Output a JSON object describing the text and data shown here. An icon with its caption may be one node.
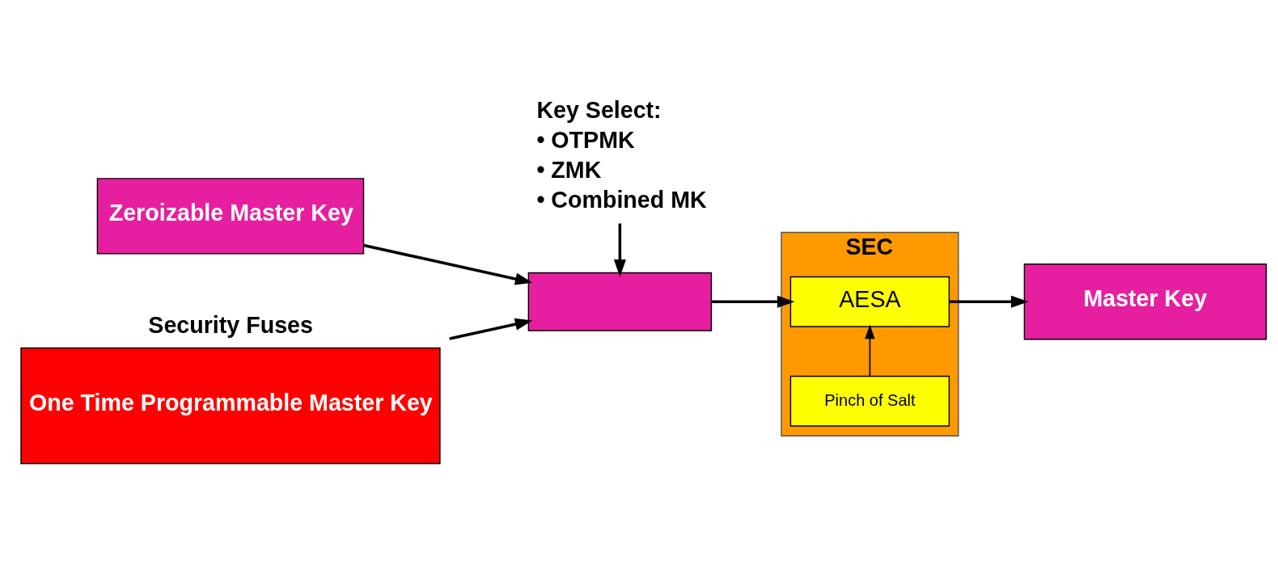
{
  "diagram": {
    "nodes": [
      {
        "text": [
          "Zeroizable Master Key"
        ]
      },
      {
        "text": [
          "One Time Programmable Master Key"
        ],
        "beside": [
          "Security Fuses"
        ]
      },
      {
        "text": [],
        "shape": "trapezoid"
      },
      {
        "text": [
          "SEC"
        ]
      },
      {
        "text": [
          "AESA"
        ],
        "in": 3
      },
      {
        "text": [
          "Pinch of Salt"
        ],
        "in": 3
      },
      {
        "text": [
          "Master Key"
        ]
      },
      {
        "text": [
          "Key Select:",
          "• OTPMK",
          "• ZMK",
          "• Combined MK"
        ]
      }
    ],
    "edges": [
      {
        "from": 0,
        "to": 2,
        "arrow": "to"
      },
      {
        "from": 1,
        "to": 2,
        "arrow": "to"
      },
      {
        "from": 2,
        "to": 4,
        "arrow": "to"
      },
      {
        "from": 5,
        "to": 4,
        "arrow": "to"
      },
      {
        "from": 4,
        "to": 6,
        "arrow": "to"
      },
      {
        "from": 7,
        "to": 2,
        "arrow": "to"
      }
    ]
  }
}
